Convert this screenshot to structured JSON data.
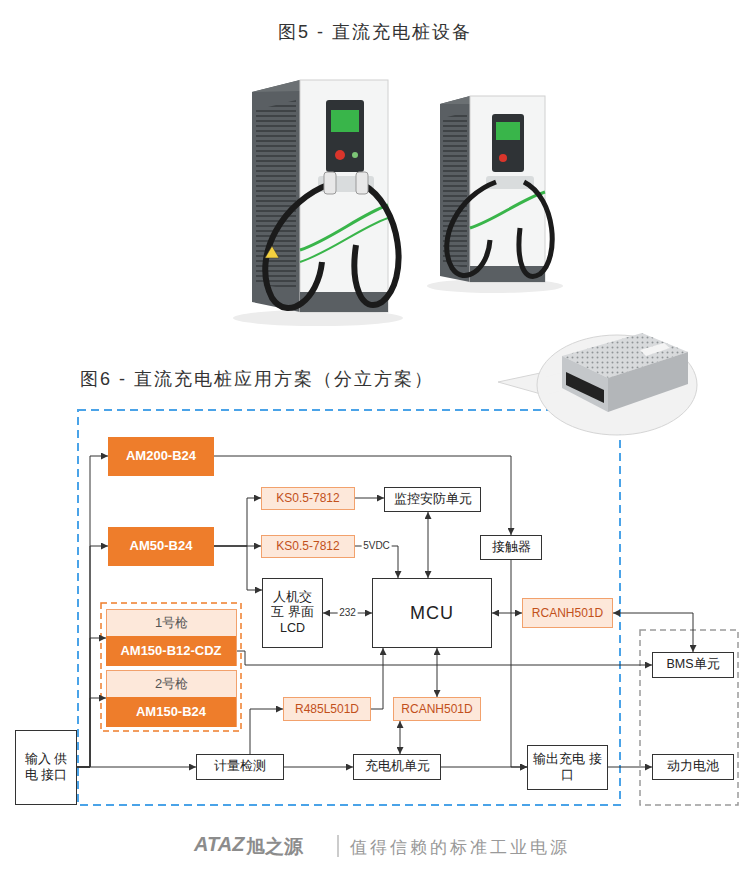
{
  "diagram": {
    "title": "图5 - 直流充电桩设备",
    "caption": "图6 - 直流充电桩应用方案（分立方案）",
    "nodes": [
      {
        "text": [
          "AM200-B24"
        ]
      },
      {
        "text": [
          "AM50-B24"
        ]
      },
      {
        "text": [
          "KS0.5-7812"
        ]
      },
      {
        "text": [
          "监控安防单元"
        ]
      },
      {
        "text": [
          "KS0.5-7812"
        ]
      },
      {
        "text": [
          "接触器"
        ]
      },
      {
        "text": [
          "人机交互 界面 LCD"
        ]
      },
      {
        "text": [
          "MCU"
        ]
      },
      {
        "text": [
          "RCANH501D"
        ]
      },
      {
        "text": [
          "1号枪"
        ]
      },
      {
        "text": [
          "AM150-B12-CDZ"
        ],
        "in": 9
      },
      {
        "text": [
          "2号枪"
        ]
      },
      {
        "text": [
          "AM150-B24"
        ],
        "in": 11
      },
      {
        "text": [
          "R485L501D"
        ]
      },
      {
        "text": [
          "RCANH501D"
        ]
      },
      {
        "text": [
          "输入 供电 接口"
        ]
      },
      {
        "text": [
          "计量检测"
        ]
      },
      {
        "text": [
          "充电机单元"
        ]
      },
      {
        "text": [
          "输出充电 接口"
        ]
      },
      {
        "text": [
          "BMS单元"
        ]
      },
      {
        "text": [
          "动力电池"
        ]
      }
    ],
    "edges": [
      {
        "from": 15,
        "to": 0,
        "arrow": "to"
      },
      {
        "from": 15,
        "to": 1,
        "arrow": "to"
      },
      {
        "from": 15,
        "to": 9,
        "arrow": "to"
      },
      {
        "from": 15,
        "to": 11,
        "arrow": "to"
      },
      {
        "from": 15,
        "to": 16,
        "arrow": "to"
      },
      {
        "from": 16,
        "to": 17,
        "arrow": "to"
      },
      {
        "from": 17,
        "to": 18,
        "arrow": "to"
      },
      {
        "from": 18,
        "to": 20,
        "arrow": "to"
      },
      {
        "from": 16,
        "to": 13,
        "arrow": "to"
      },
      {
        "from": 13,
        "to": 7,
        "arrow": "to"
      },
      {
        "from": 14,
        "to": 7,
        "arrow": "both"
      },
      {
        "from": 14,
        "to": 17,
        "arrow": "both"
      },
      {
        "from": 0,
        "to": 5,
        "arrow": "to"
      },
      {
        "from": 1,
        "to": 4,
        "arrow": "to"
      },
      {
        "from": 1,
        "to": 2,
        "arrow": "to"
      },
      {
        "from": 1,
        "to": 6,
        "arrow": "to"
      },
      {
        "from": 2,
        "to": 3,
        "arrow": "to"
      },
      {
        "from": 4,
        "to": 7,
        "label": "5VDC",
        "arrow": "to"
      },
      {
        "from": 3,
        "to": 7,
        "arrow": "both"
      },
      {
        "from": 6,
        "to": 7,
        "label": "232",
        "arrow": "both"
      },
      {
        "from": 7,
        "to": 8,
        "arrow": "both"
      },
      {
        "from": 8,
        "to": 19,
        "arrow": "both"
      },
      {
        "from": 5,
        "to": 18,
        "arrow": "to"
      },
      {
        "from": 10,
        "to": 19,
        "arrow": "to"
      }
    ],
    "labels": [
      "ATAZ",
      "旭之源",
      "值得信赖的标准工业电源"
    ]
  }
}
